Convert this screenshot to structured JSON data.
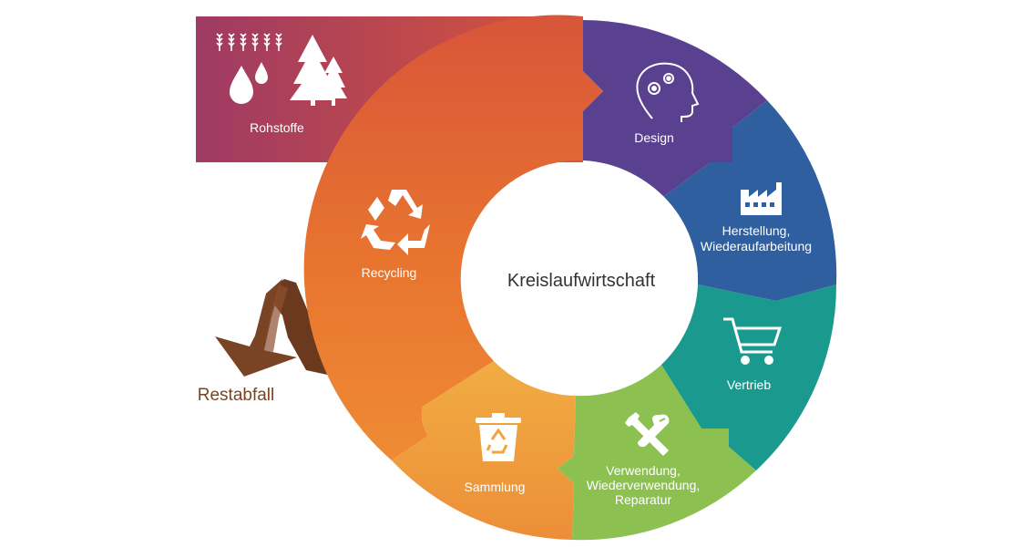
{
  "center": {
    "title": "Kreislaufwirtschaft"
  },
  "segments": {
    "design": {
      "label": "Design",
      "color": "#5a4190"
    },
    "herstellung": {
      "lines": [
        "Herstellung,",
        "Wiederaufarbeitung"
      ],
      "color": "#2f5f9e"
    },
    "vertrieb": {
      "label": "Vertrieb",
      "color": "#1a9a8e"
    },
    "verwendung": {
      "lines": [
        "Verwendung,",
        "Wiederverwendung,",
        "Reparatur"
      ],
      "color": "#8cc152"
    },
    "sammlung": {
      "label": "Sammlung",
      "color": "#efa63c"
    },
    "recycling": {
      "label": "Recycling",
      "color": "#e36b33"
    }
  },
  "rohstoffe": {
    "label": "Rohstoffe",
    "color_left": "#9e3a63",
    "color_right": "#d8553a"
  },
  "restabfall": {
    "label": "Restabfall",
    "color": "#7a4424"
  }
}
